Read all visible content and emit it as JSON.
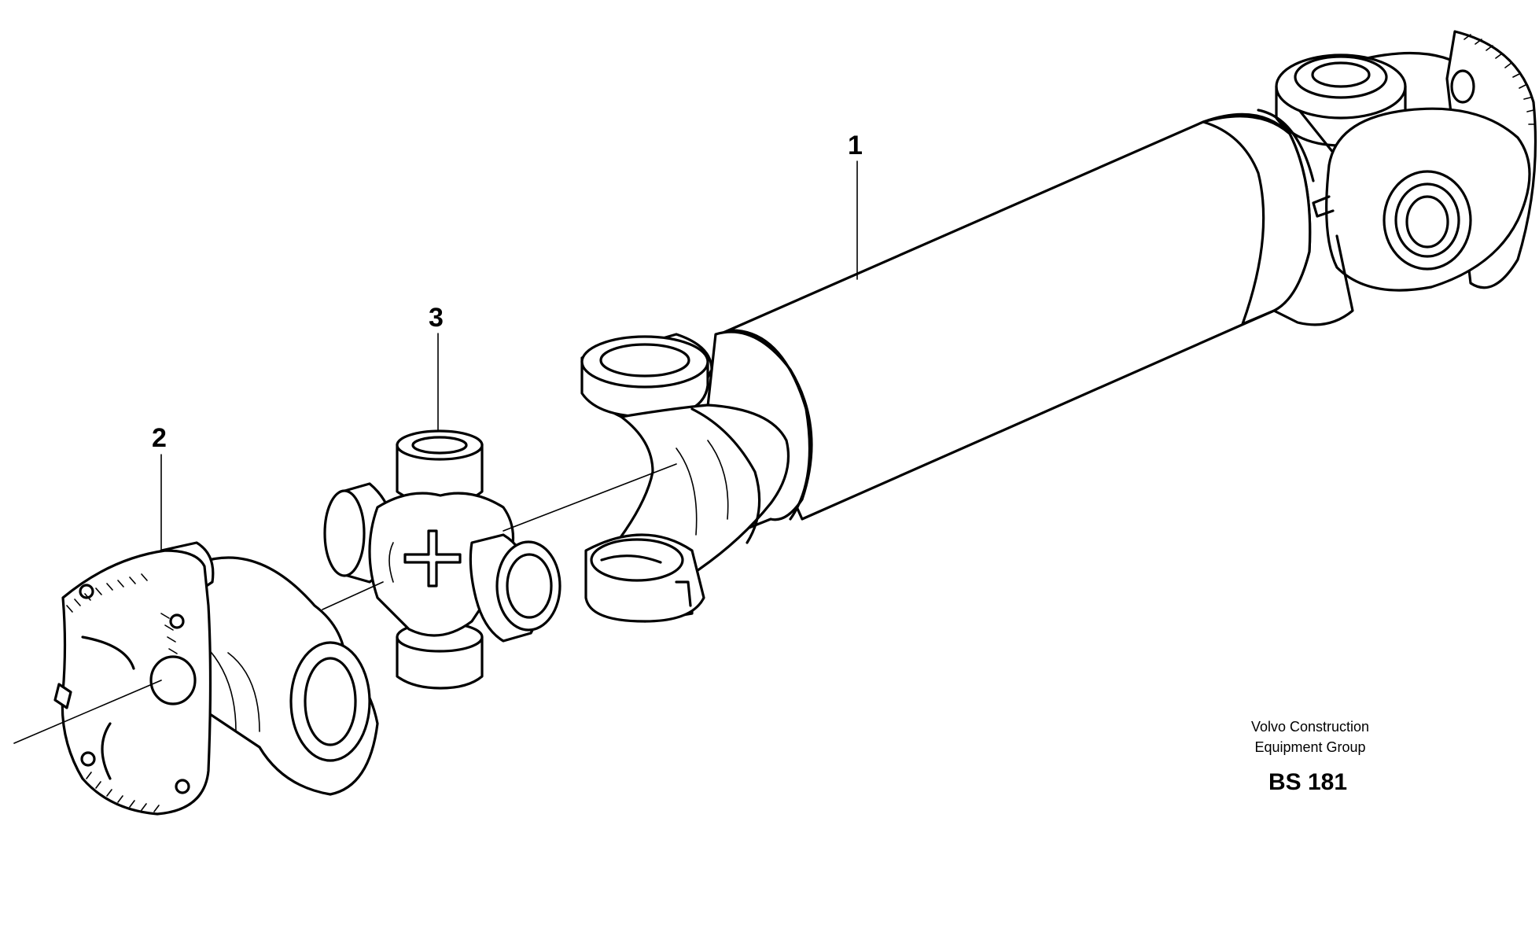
{
  "callouts": [
    {
      "id": "1",
      "label": "1"
    },
    {
      "id": "2",
      "label": "2"
    },
    {
      "id": "3",
      "label": "3"
    }
  ],
  "credit": {
    "line1": "Volvo Construction",
    "line2": "Equipment Group"
  },
  "figure_code": "BS 181",
  "colors": {
    "line": "#000000",
    "background": "#ffffff"
  }
}
